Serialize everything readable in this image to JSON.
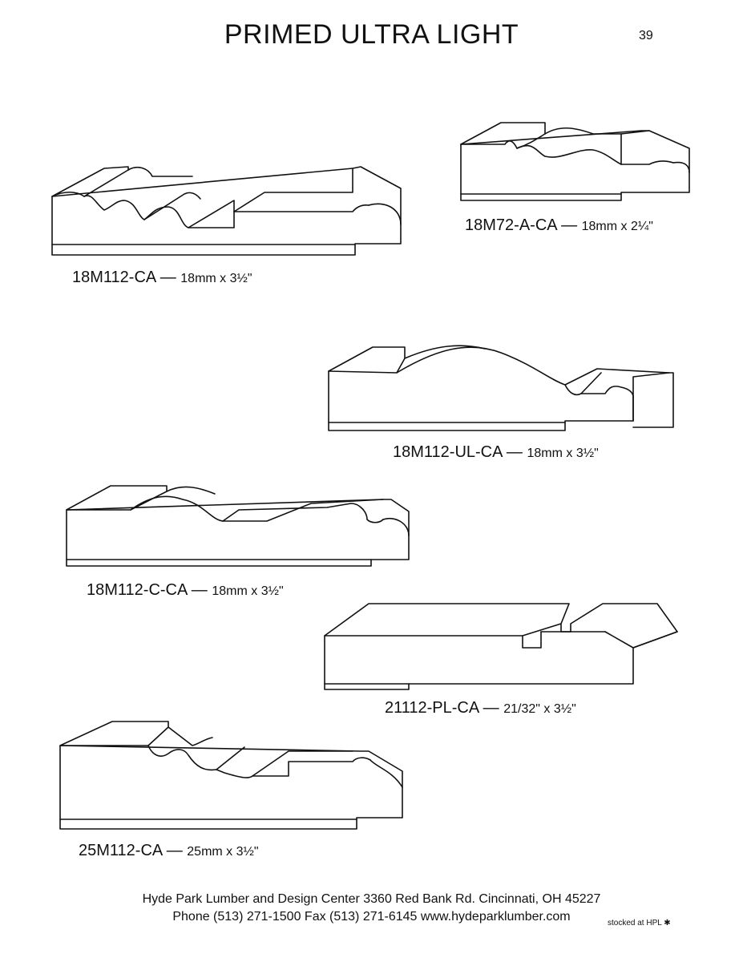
{
  "header": {
    "title": "PRIMED ULTRA LIGHT",
    "page_number": "39"
  },
  "profiles": [
    {
      "code": "18M112-CA",
      "size": "18mm x 3½\""
    },
    {
      "code": "18M72-A-CA",
      "size": "18mm x 2¼\""
    },
    {
      "code": "18M112-UL-CA",
      "size": "18mm x 3½\""
    },
    {
      "code": "18M112-C-CA",
      "size": "18mm x 3½\""
    },
    {
      "code": "21112-PL-CA",
      "size": "21/32\" x 3½\""
    },
    {
      "code": "25M112-CA",
      "size": "25mm x 3½\""
    }
  ],
  "footer": {
    "line1": "Hyde Park Lumber and Design Center  3360 Red Bank Rd.  Cincinnati, OH 45227",
    "line2": "Phone (513) 271-1500  Fax (513) 271-6145  www.hydeparklumber.com",
    "stock_note": "stocked at HPL ✱"
  }
}
